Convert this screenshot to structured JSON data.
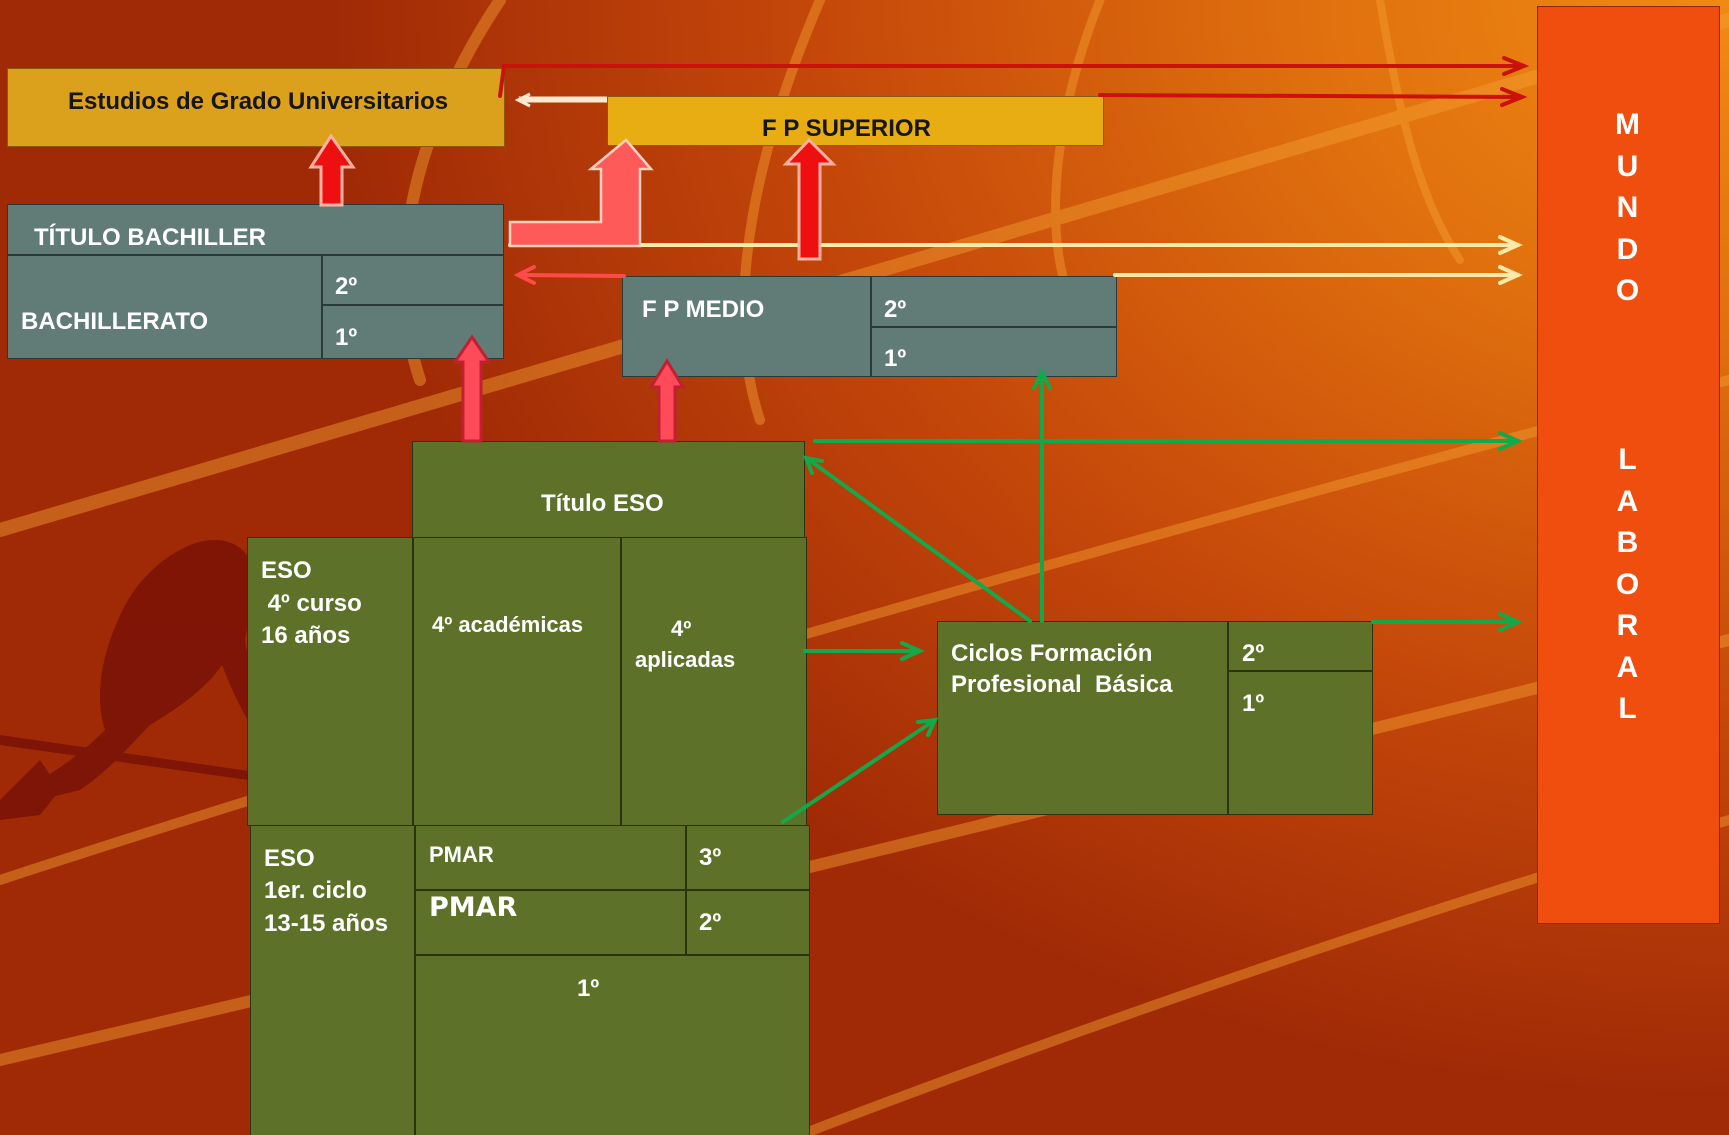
{
  "universidad": "Estudios de Grado Universitarios",
  "fp_superior": "F P  SUPERIOR",
  "titulo_bachiller": "TÍTULO BACHILLER",
  "bachillerato": {
    "label": "BACHILLERATO",
    "curso2": "2º",
    "curso1": "1º"
  },
  "fp_medio": {
    "label": "F P  MEDIO",
    "curso2": "2º",
    "curso1": "1º"
  },
  "titulo_eso": "Título  ESO",
  "eso4": {
    "line1": "ESO",
    "line2": " 4º curso",
    "line3": "16 años",
    "academicas": "4º académicas",
    "aplicadas_1": "4º",
    "aplicadas_2": "aplicadas"
  },
  "fpb": {
    "line1": "Ciclos Formación",
    "line2": "Profesional  Básica",
    "curso2": "2º",
    "curso1": "1º"
  },
  "eso1": {
    "line1": "ESO",
    "line2": "1er. ciclo",
    "line3": "13-15 años",
    "pmar3": "PMAR",
    "curso3": "3º",
    "pmar2": "PMAR",
    "curso2": "2º",
    "curso1": "1º"
  },
  "mundo_laboral": {
    "mundo": "M\nU\nN\nD\nO",
    "laboral": "L\nA\nB\nO\nR\nA\nL"
  },
  "colors": {
    "red_arrow": "#c8120a",
    "light_arrow": "#ffe9a8",
    "green_arrow": "#14a84a",
    "up_arrow": "#ff4a4a"
  }
}
